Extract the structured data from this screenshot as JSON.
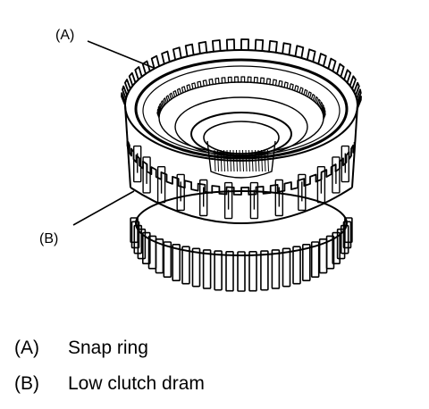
{
  "figure": {
    "callouts": [
      {
        "id": "A",
        "text": "(A)"
      },
      {
        "id": "B",
        "text": "(B)"
      }
    ]
  },
  "legend": [
    {
      "key": "(A)",
      "label": "Snap ring"
    },
    {
      "key": "(B)",
      "label": "Low clutch dram"
    }
  ]
}
